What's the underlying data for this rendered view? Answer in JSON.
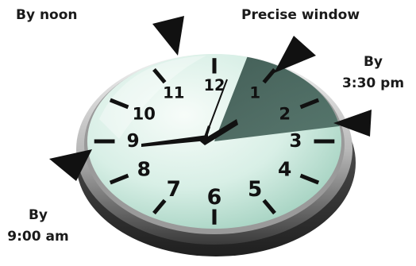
{
  "callouts": {
    "noon": "By noon",
    "precise": "Precise window",
    "afternoon_line1": "By",
    "afternoon_line2": "3:30 pm",
    "morning_line1": "By",
    "morning_line2": "9:00 am"
  },
  "dial_numbers": [
    "12",
    "1",
    "2",
    "3",
    "4",
    "5",
    "6",
    "7",
    "8",
    "9",
    "10",
    "11"
  ],
  "colors": {
    "face": "#cfe9df",
    "face_highlight": "#f4faf7",
    "dark_window": "#3f5a52",
    "rim_light": "#e6e6e6",
    "rim_dark": "#2e2e2e",
    "hands": "#111111",
    "markers": "#111111"
  }
}
